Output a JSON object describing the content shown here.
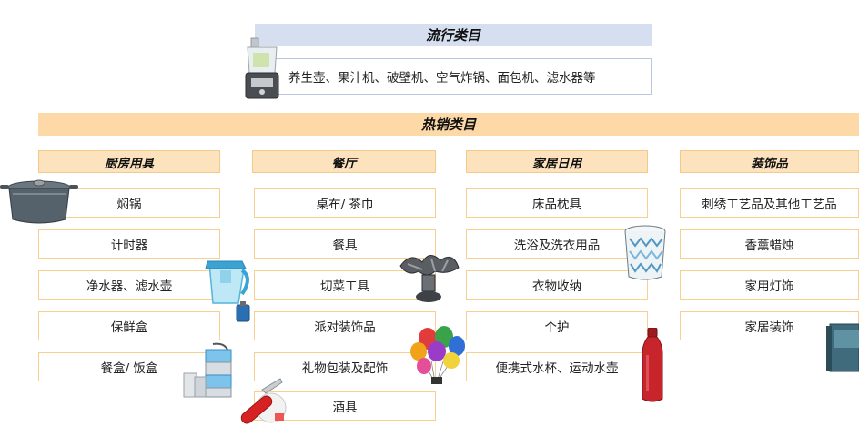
{
  "popular": {
    "title": "流行类目",
    "items": "养生壶、果汁机、破壁机、空气炸锅、面包机、滤水器等"
  },
  "hot": {
    "title": "热销类目"
  },
  "categories": [
    {
      "title": "厨房用具",
      "items": [
        "焖锅",
        "计时器",
        "净水器、滤水壶",
        "保鲜盒",
        "餐盒/ 饭盒"
      ]
    },
    {
      "title": "餐厅",
      "items": [
        "桌布/ 茶巾",
        "餐具",
        "切菜工具",
        "派对装饰品",
        "礼物包装及配饰",
        "酒具"
      ]
    },
    {
      "title": "家居日用",
      "items": [
        "床品枕具",
        "洗浴及洗衣用品",
        "衣物收纳",
        "个护",
        "便携式水杯、运动水壶"
      ]
    },
    {
      "title": "装饰品",
      "items": [
        "刺绣工艺品及其他工艺品",
        "香薰蜡烛",
        "家用灯饰",
        "家居装饰"
      ]
    }
  ],
  "colors": {
    "blue_header": "#d6dff0",
    "orange_header": "#fcd9a6",
    "item_border": "#f7cf8f"
  },
  "icons": [
    "food-processor-icon",
    "cast-iron-pot-icon",
    "water-filter-pitcher-icon",
    "stacked-lunchbox-icon",
    "swiss-knife-icon",
    "vegetable-chopper-icon",
    "balloons-icon",
    "laundry-basket-icon",
    "water-bottle-icon",
    "decor-book-icon"
  ]
}
